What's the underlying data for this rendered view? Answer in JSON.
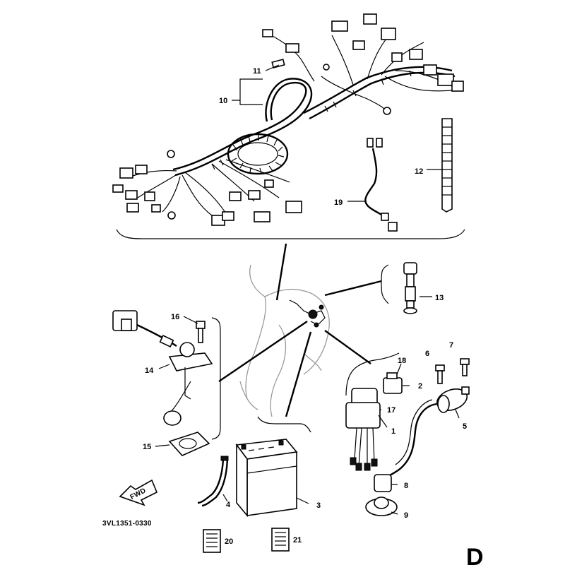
{
  "diagram": {
    "code": "3VL1351-0330",
    "page_letter": "D",
    "front_marker": "FWD",
    "callouts": [
      {
        "id": "c1",
        "text": "1"
      },
      {
        "id": "c2",
        "text": "2"
      },
      {
        "id": "c3",
        "text": "3"
      },
      {
        "id": "c4",
        "text": "4"
      },
      {
        "id": "c5",
        "text": "5"
      },
      {
        "id": "c6",
        "text": "6"
      },
      {
        "id": "c7",
        "text": "7"
      },
      {
        "id": "c8",
        "text": "8"
      },
      {
        "id": "c9",
        "text": "9"
      },
      {
        "id": "c10",
        "text": "10"
      },
      {
        "id": "c11",
        "text": "11"
      },
      {
        "id": "c12",
        "text": "12"
      },
      {
        "id": "c13",
        "text": "13"
      },
      {
        "id": "c14",
        "text": "14"
      },
      {
        "id": "c15",
        "text": "15"
      },
      {
        "id": "c16",
        "text": "16"
      },
      {
        "id": "c17",
        "text": "17"
      },
      {
        "id": "c18",
        "text": "18"
      },
      {
        "id": "c19",
        "text": "19"
      },
      {
        "id": "c20",
        "text": "20"
      },
      {
        "id": "c21",
        "text": "21"
      }
    ]
  }
}
